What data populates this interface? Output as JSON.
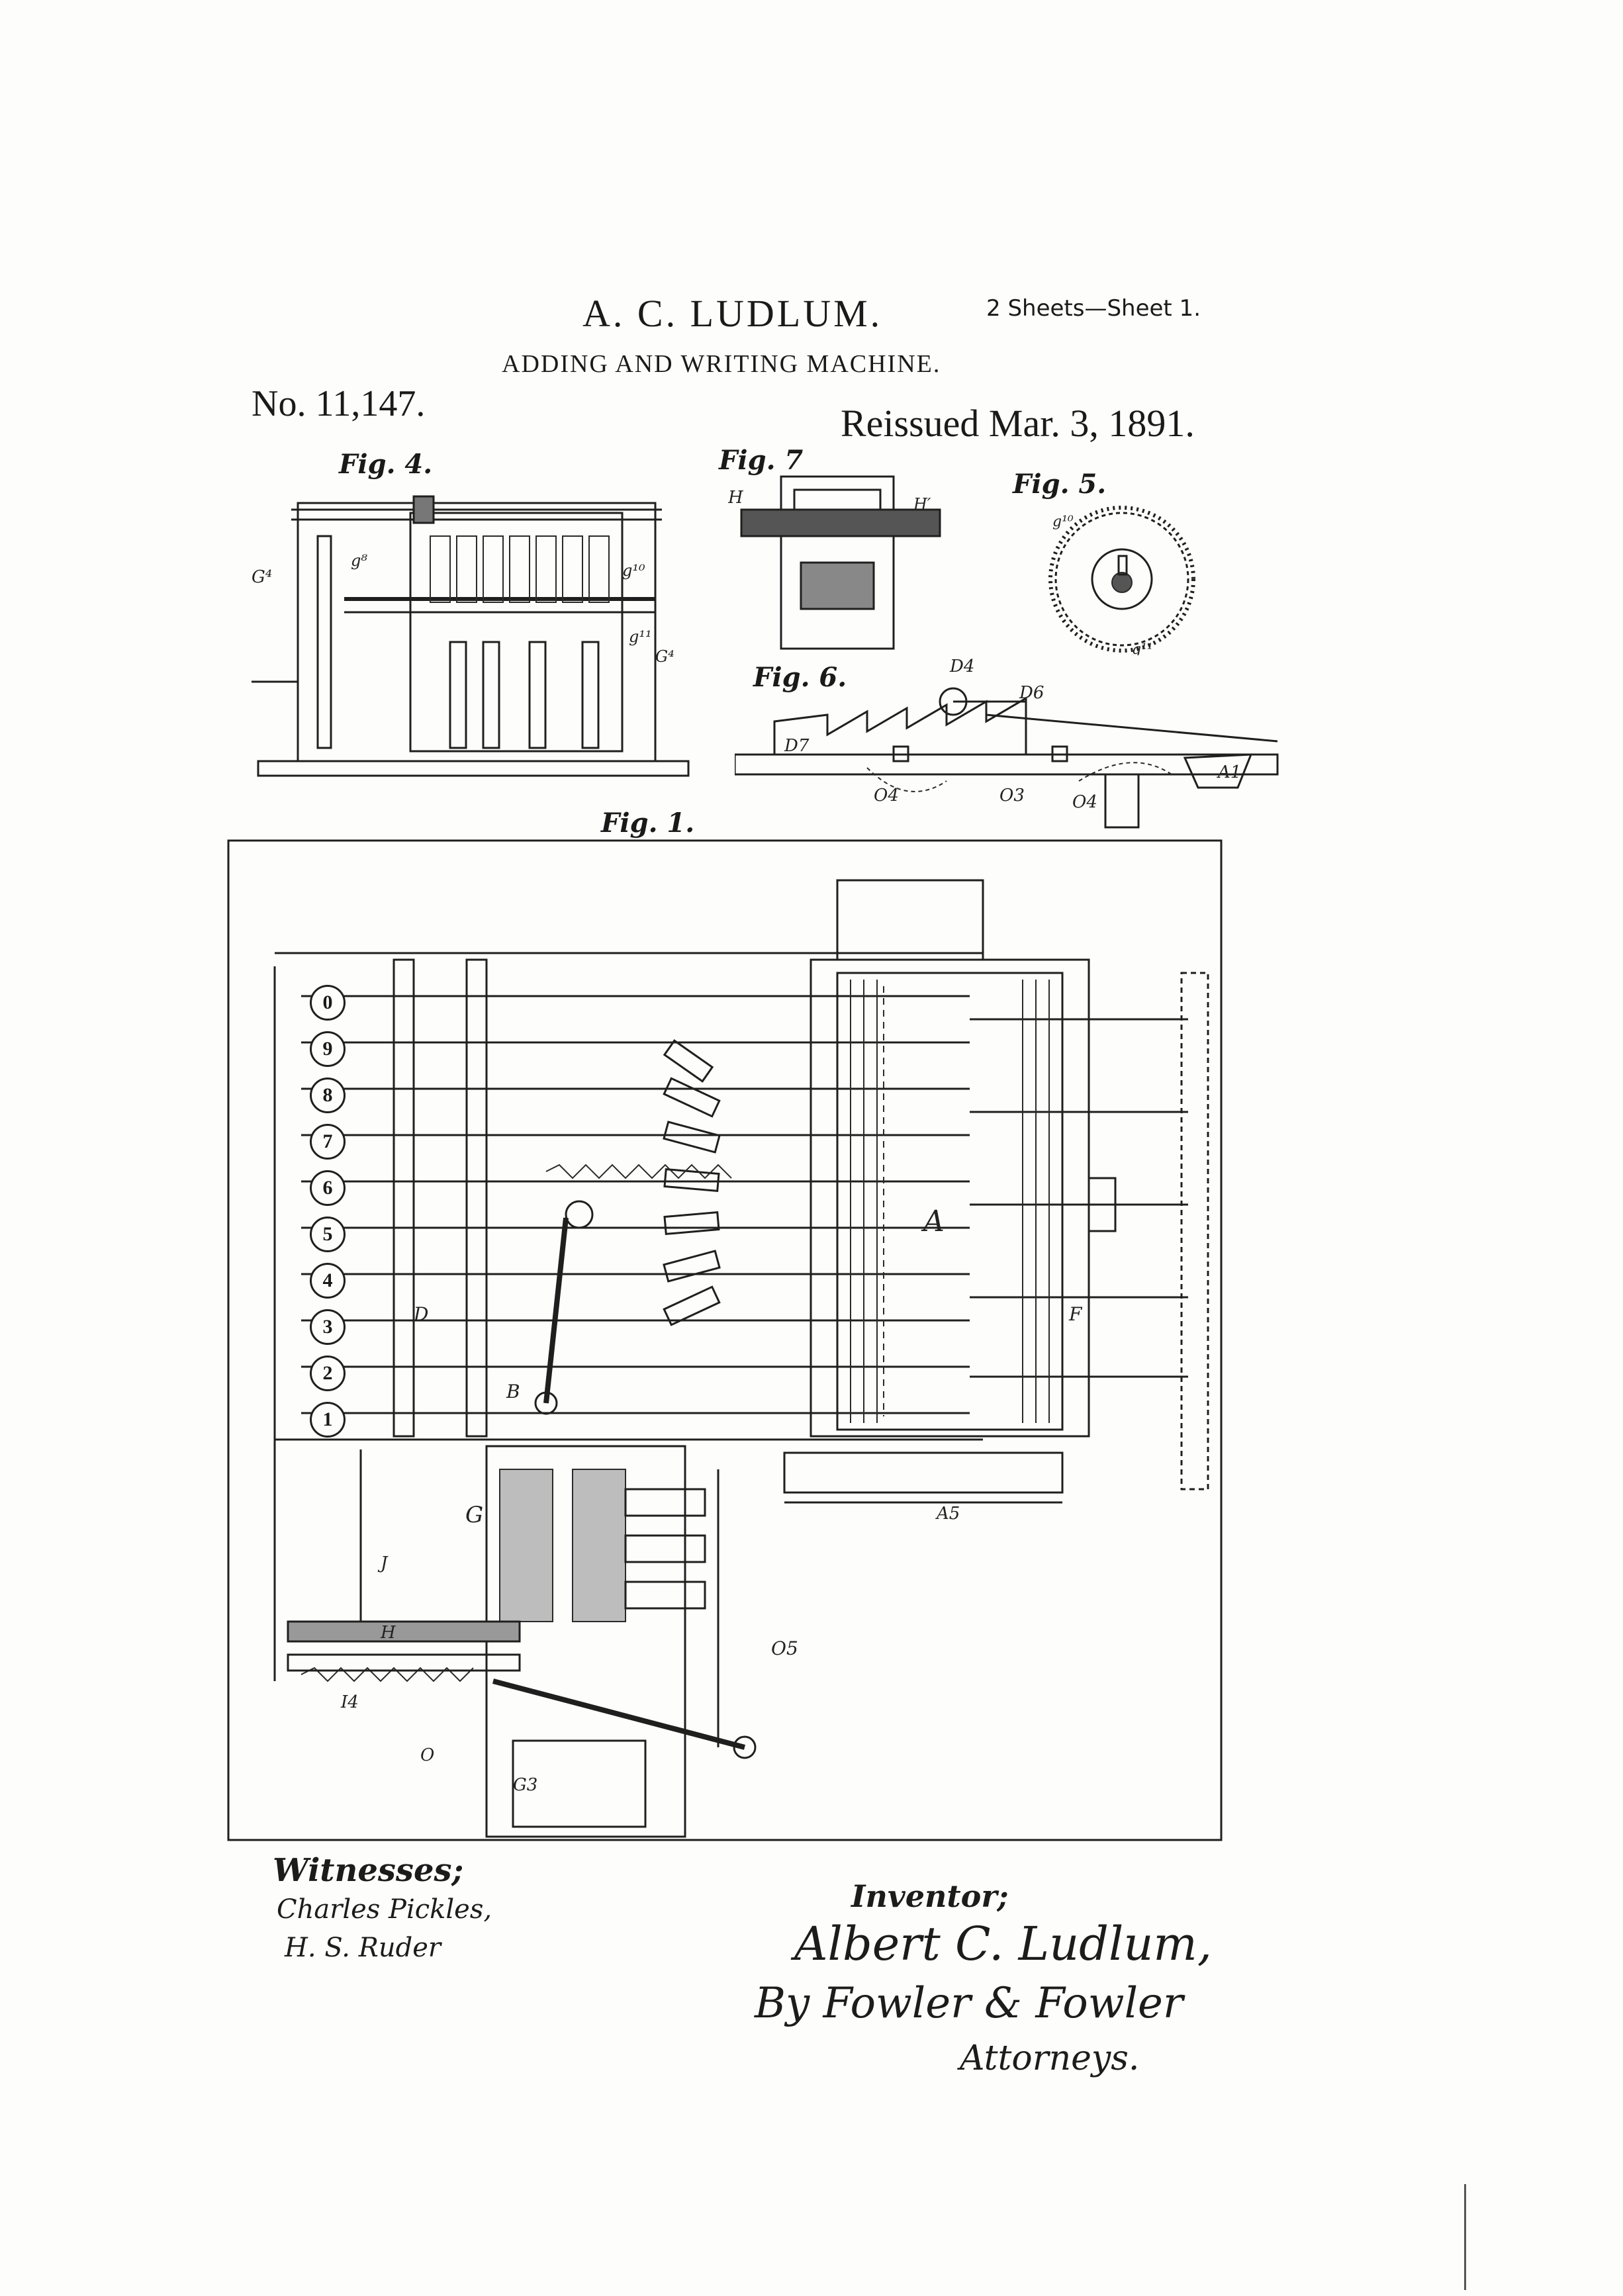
{
  "header": {
    "inventor": "A. C. LUDLUM.",
    "sheets": "2 Sheets—Sheet 1.",
    "title": "ADDING AND WRITING MACHINE.",
    "patent_number": "No. 11,147.",
    "reissue_date": "Reissued Mar. 3, 1891."
  },
  "figures": {
    "fig4": "Fig. 4.",
    "fig7": "Fig. 7",
    "fig5": "Fig. 5.",
    "fig6": "Fig. 6.",
    "fig1": "Fig. 1."
  },
  "fig6_labels": {
    "d4": "D4",
    "d6": "D6",
    "d7": "D7",
    "o4a": "O4",
    "o3": "O3",
    "o4b": "O4",
    "a1": "A1"
  },
  "fig1_labels": {
    "a": "A",
    "b": "B",
    "d": "D",
    "f": "F",
    "g": "G",
    "j": "J",
    "o": "O",
    "o5": "O5",
    "a5": "A5",
    "g3": "G3",
    "i4": "I4",
    "h": "H"
  },
  "keys": [
    "0",
    "9",
    "8",
    "7",
    "6",
    "5",
    "4",
    "3",
    "2",
    "1"
  ],
  "signatures": {
    "witnesses_heading": "Witnesses;",
    "witness1": "Charles Pickles,",
    "witness2": "H. S. Ruder",
    "inventor_heading": "Inventor;",
    "inventor_signature": "Albert C. Ludlum,",
    "attorney_signature": "By Fowler & Fowler",
    "attorneys": "Attorneys."
  },
  "colors": {
    "paper": "#fdfdfb",
    "ink": "#1f1f1f"
  }
}
